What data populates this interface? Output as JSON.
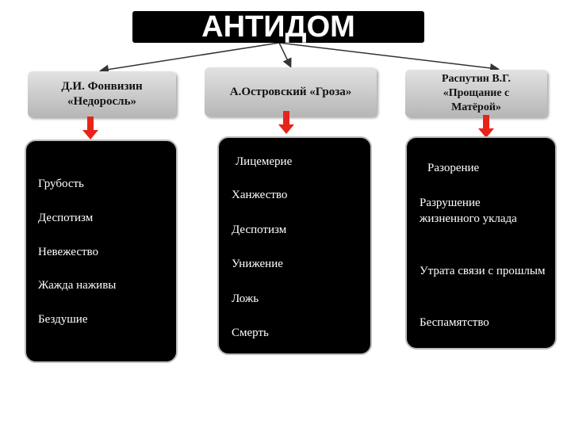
{
  "title": "АНТИДОМ",
  "authors": [
    {
      "line1": "Д.И. Фонвизин",
      "line2": "«Недоросль»"
    },
    {
      "line1": "А.Островский «Гроза»"
    },
    {
      "line1": "Распутин В.Г.",
      "line2": "«Прощание с",
      "line3": "Матёрой»"
    }
  ],
  "columns": [
    {
      "items": [
        "Грубость",
        "Деспотизм",
        "Невежество",
        "Жажда наживы",
        "Бездушие"
      ]
    },
    {
      "items": [
        "Лицемерие",
        "Ханжество",
        "Деспотизм",
        "Унижение",
        "Ложь",
        "Смерть"
      ]
    },
    {
      "items": [
        "Разорение",
        "Разрушение жизненного уклада",
        "Утрата связи с прошлым",
        "Беспамятство"
      ]
    }
  ],
  "colors": {
    "arrow": "#e8231c",
    "panel": "#000000",
    "author_box": "#c8c8c8"
  }
}
